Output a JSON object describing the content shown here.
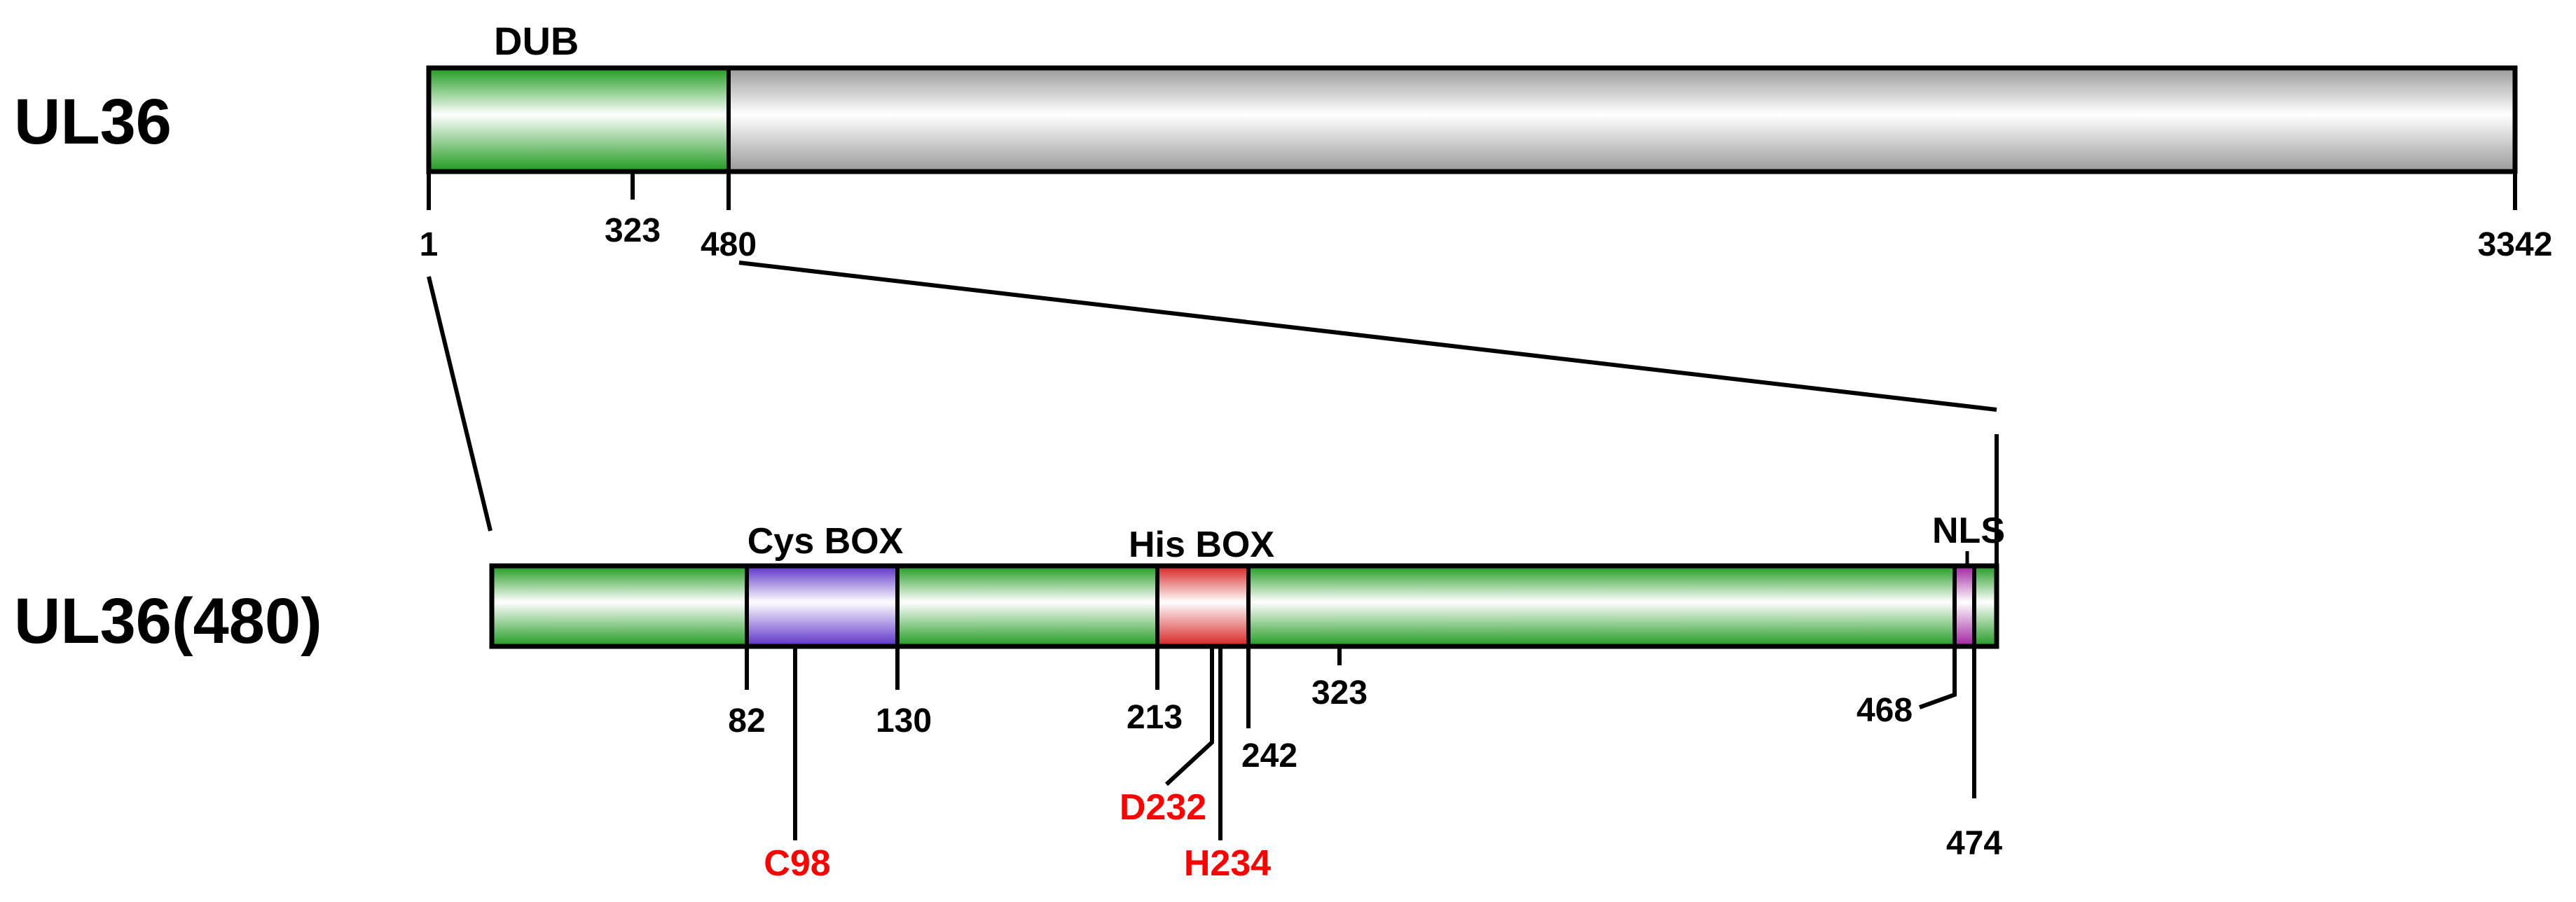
{
  "proteins": {
    "full": {
      "name": "UL36",
      "domain_label": "DUB",
      "ticks": [
        "1",
        "323",
        "480",
        "3342"
      ]
    },
    "truncated": {
      "name": "UL36(480)",
      "regions": {
        "cys_box": "Cys BOX",
        "his_box": "His BOX",
        "nls": "NLS"
      },
      "ticks": [
        "82",
        "130",
        "213",
        "242",
        "323",
        "468",
        "474"
      ],
      "residues": [
        "C98",
        "D232",
        "H234"
      ]
    }
  },
  "colors": {
    "dub_green": "#2ea82e",
    "gray_body": "#a9a9a9",
    "cys_purple": "#6a3fd1",
    "his_red": "#d92e2e",
    "nls_magenta": "#b43cb4",
    "residue_red": "#ff0000"
  }
}
